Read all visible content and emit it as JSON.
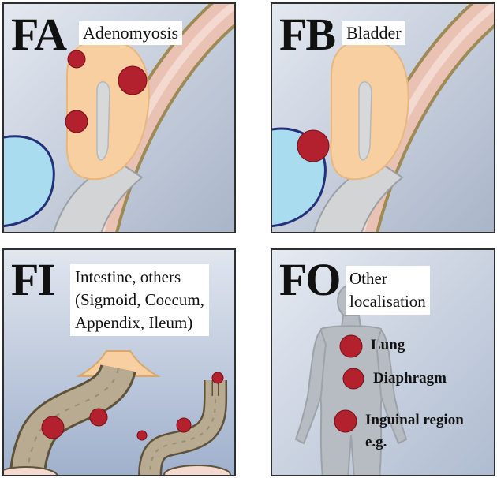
{
  "panels": {
    "fa": {
      "code": "FA",
      "label": "Adenomyosis"
    },
    "fb": {
      "code": "FB",
      "label": "Bladder"
    },
    "fi": {
      "code": "FI",
      "label_lines": [
        "Intestine, others",
        "(Sigmoid, Coecum,",
        "Appendix, Ileum)"
      ]
    },
    "fo": {
      "code": "FO",
      "label_lines": [
        "Other",
        "localisation"
      ],
      "sites": {
        "lung": "Lung",
        "diaphragm": "Diaphragm",
        "inguinal": "Inguinal region",
        "eg": "e.g."
      }
    }
  },
  "colors": {
    "lesion": "#b3202e",
    "uterus": "#f7cfa0",
    "bladder": "#a9dcef",
    "bladder_outline": "#24307a",
    "rectum": "#e9c2b4",
    "rectum_edge": "#9d8a55",
    "intestine": "#b9aa92",
    "background": "#c3ccdc"
  }
}
